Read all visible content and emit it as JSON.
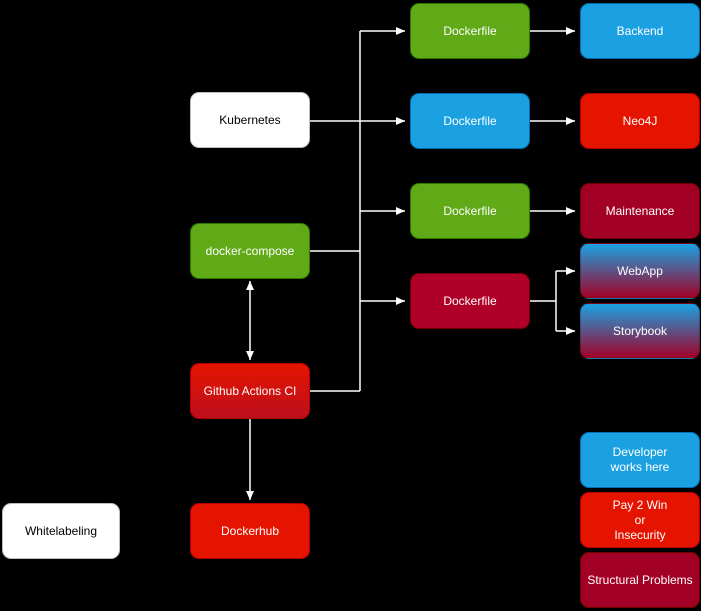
{
  "diagram": {
    "background": "#000000",
    "edge_color": "#ffffff"
  },
  "palette": {
    "green": "#60a917",
    "blue": "#1ba1e2",
    "red": "#e51400",
    "crimson": "#a20025",
    "white": "#ffffff",
    "gradient": "blue-to-crimson"
  },
  "nodes": {
    "kubernetes": {
      "label": "Kubernetes",
      "color": "white"
    },
    "docker_compose": {
      "label": "docker-compose",
      "color": "green"
    },
    "github_actions_ci": {
      "label": "Github Actions CI",
      "color": "red"
    },
    "dockerhub": {
      "label": "Dockerhub",
      "color": "red"
    },
    "whitelabeling": {
      "label": "Whitelabeling",
      "color": "white"
    },
    "dockerfile_backend": {
      "label": "Dockerfile",
      "color": "green"
    },
    "dockerfile_neo4j": {
      "label": "Dockerfile",
      "color": "blue"
    },
    "dockerfile_maintenance": {
      "label": "Dockerfile",
      "color": "green"
    },
    "dockerfile_webapp": {
      "label": "Dockerfile",
      "color": "crimson"
    },
    "backend": {
      "label": "Backend",
      "color": "blue"
    },
    "neo4j": {
      "label": "Neo4J",
      "color": "red"
    },
    "maintenance": {
      "label": "Maintenance",
      "color": "crimson"
    },
    "webapp": {
      "label": "WebApp",
      "color": "blue-to-crimson-gradient"
    },
    "storybook": {
      "label": "Storybook",
      "color": "blue-to-crimson-gradient"
    },
    "legend_developer": {
      "label": "Developer\nworks here",
      "color": "blue"
    },
    "legend_pay2win": {
      "label": "Pay 2 Win\nor\nInsecurity",
      "color": "red"
    },
    "legend_structural": {
      "label": "Structural Problems",
      "color": "crimson"
    }
  },
  "edges": [
    {
      "from": "kubernetes",
      "to": "dockerfile-junction"
    },
    {
      "from": "docker_compose",
      "to": "dockerfile-junction"
    },
    {
      "from": "github_actions_ci",
      "to": "dockerfile-junction"
    },
    {
      "from": "dockerfile-junction",
      "to": "dockerfile_backend"
    },
    {
      "from": "dockerfile-junction",
      "to": "dockerfile_neo4j"
    },
    {
      "from": "dockerfile-junction",
      "to": "dockerfile_maintenance"
    },
    {
      "from": "dockerfile-junction",
      "to": "dockerfile_webapp"
    },
    {
      "from": "dockerfile_backend",
      "to": "backend"
    },
    {
      "from": "dockerfile_neo4j",
      "to": "neo4j"
    },
    {
      "from": "dockerfile_maintenance",
      "to": "maintenance"
    },
    {
      "from": "dockerfile_webapp",
      "to": "webapp"
    },
    {
      "from": "dockerfile_webapp",
      "to": "storybook"
    },
    {
      "from": "docker_compose",
      "to": "github_actions_ci",
      "bidirectional": true
    },
    {
      "from": "github_actions_ci",
      "to": "dockerhub"
    }
  ]
}
